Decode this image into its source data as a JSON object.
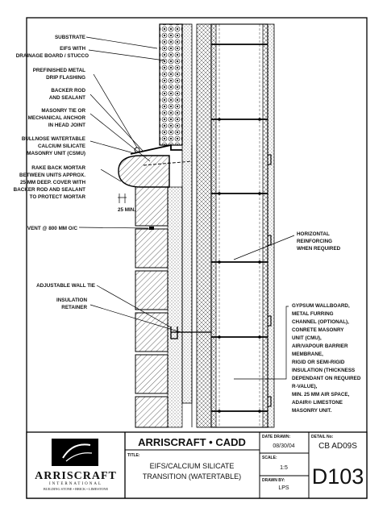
{
  "labels": {
    "substrate": "SUBSTRATE",
    "eifs_1": "EIFS WITH",
    "eifs_2": "DRAINAGE BOARD / STUCCO",
    "flash_1": "PREFINISHED METAL",
    "flash_2": "DRIP FLASHING",
    "backer_1": "BACKER ROD",
    "backer_2": "AND SEALANT",
    "tie_1": "MASONRY TIE OR",
    "tie_2": "MECHANICAL ANCHOR",
    "tie_3": "IN HEAD JOINT",
    "bull_1": "BULLNOSE WATERTABLE",
    "bull_2": "CALCIUM SILICATE",
    "bull_3": "MASONRY UNIT (CSMU)",
    "rake_1": "RAKE BACK MORTAR",
    "rake_2": "BETWEEN UNITS APPROX.",
    "rake_3": "25 MM DEEP.  COVER WITH",
    "rake_4": "BACKER ROD AND SEALANT",
    "rake_5": "TO PROTECT MORTAR",
    "dim_25": "25 MIN.",
    "vent": "VENT @ 800 MM O/C",
    "horiz_1": "HORIZONTAL",
    "horiz_2": "REINFORCING",
    "horiz_3": "WHEN REQUIRED",
    "adj_tie": "ADJUSTABLE WALL TIE",
    "ins_1": "INSULATION",
    "ins_2": "RETAINER",
    "wall_notes": [
      "GYPSUM WALLBOARD,",
      "METAL FURRING",
      "CHANNEL (OPTIONAL),",
      "CONRETE MASONRY",
      "UNIT (CMU),",
      "AIR/VAPOUR BARRIER",
      "MEMBRANE,",
      "RIGID OR SEMI-RIGID",
      "INSULATION (THICKNESS",
      "DEPENDANT ON REQUIRED",
      "R-VALUE),",
      "MIN. 25 MM AIR SPACE,",
      "ADAIR® LIMESTONE",
      "MASONRY UNIT."
    ]
  },
  "title_block": {
    "brand": "ARRISCRAFT • CADD",
    "title_label": "TITLE:",
    "title_1": "EIFS/CALCIUM SILICATE",
    "title_2": "TRANSITION (WATERTABLE)",
    "date_label": "DATE DRAWN:",
    "date_value": "08/30/04",
    "scale_label": "SCALE:",
    "scale_value": "1:5",
    "drawn_label": "DRAWN BY:",
    "drawn_value": "LPS",
    "detail_label": "DETAIL No:",
    "detail_code": "CB AD09S",
    "detail_number": "D103"
  },
  "logo": {
    "word": "ARRISCRAFT",
    "sub": "INTERNATIONAL",
    "tagline": "BUILDING STONE • BRICK • LIMESTONE"
  }
}
